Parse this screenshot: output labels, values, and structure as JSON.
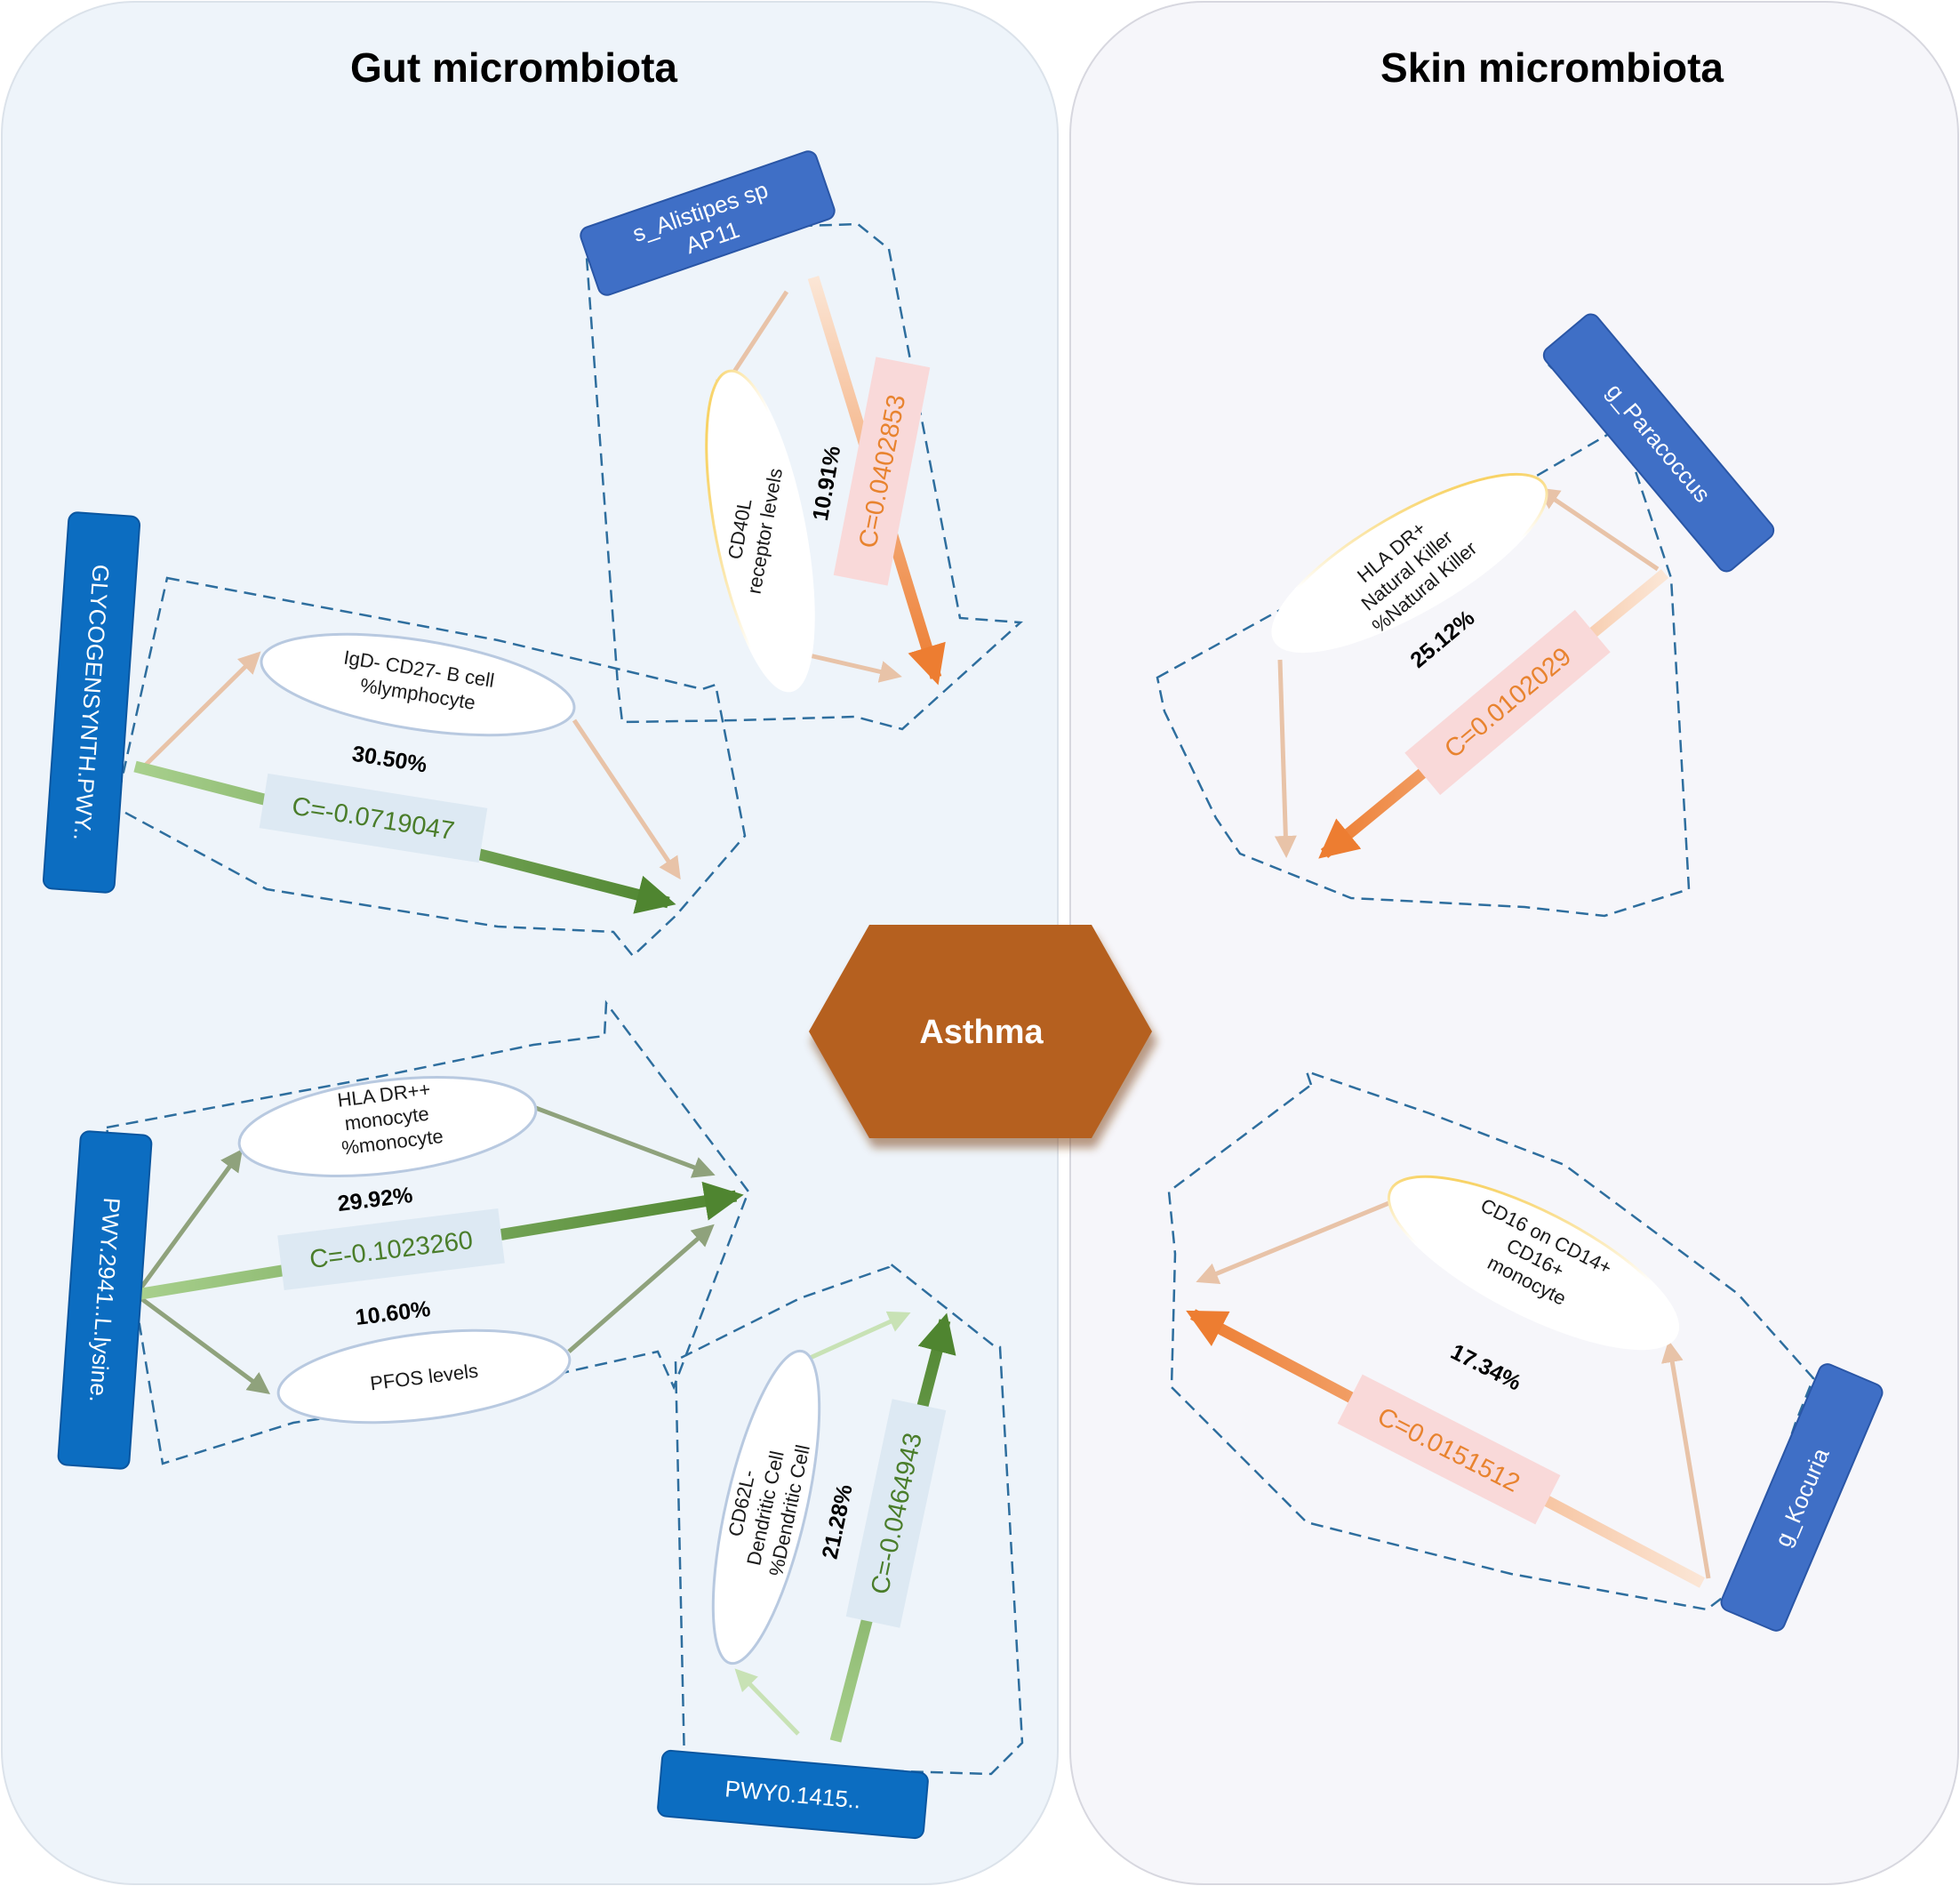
{
  "panels": {
    "gut_title": "Gut micrombiota",
    "skin_title": "Skin micrombiota"
  },
  "center": {
    "label": "Asthma",
    "color": "#b5601f"
  },
  "colors": {
    "green_strong": "#5b8d35",
    "green_light": "#a8d08d",
    "green_grey": "#8fa27c",
    "orange_strong": "#ed7d31",
    "orange_light": "#e8c3a8",
    "coef_green_text": "#4a7d2a",
    "coef_orange_text": "#e8832f",
    "coef_green_bg": "#dde9f3",
    "coef_orange_bg": "#f9d9d9",
    "box_blue": "#0c6dc1",
    "box_blue_alt": "#3f6fc6",
    "panel_left": "#eef4fa",
    "panel_right": "#f6f6fa"
  },
  "modules": {
    "alistipes": {
      "source": "s_Alistipes sp AP11",
      "mediator_line1": "CD40L",
      "mediator_line2": "receptor levels",
      "percent": "10.91%",
      "coefficient": "C=0.0402853"
    },
    "glycogen": {
      "source": "GLYCOGENSYNTH.PWY..",
      "mediator_line1": "IgD- CD27- B cell",
      "mediator_line2": "%lymphocyte",
      "percent": "30.50%",
      "coefficient": "C=-0.0719047"
    },
    "lysine": {
      "source": "PWY.2941..L.lysine.",
      "mediator1_line1": "HLA DR++",
      "mediator1_line2": "monocyte",
      "mediator1_line3": "%monocyte",
      "mediator2": "PFOS levels",
      "percent1": "29.92%",
      "percent2": "10.60%",
      "coefficient": "C=-0.1023260"
    },
    "pwy1415": {
      "source": "PWY0.1415..",
      "mediator_line1": "CD62L-",
      "mediator_line2": "Dendritic Cell",
      "mediator_line3": "%Dendritic Cell",
      "percent": "21.28%",
      "coefficient": "C=-0.0464943"
    },
    "paracoccus": {
      "source": "g_Paracoccus",
      "mediator_line1": "HLA DR+",
      "mediator_line2": "Natural Killer",
      "mediator_line3": "%Natural Killer",
      "percent": "25.12%",
      "coefficient": "C=0.0102029"
    },
    "kocuria": {
      "source": "g_Kocuria",
      "mediator_line1": "CD16 on CD14+",
      "mediator_line2": "CD16+",
      "mediator_line3": "monocyte",
      "percent": "17.34%",
      "coefficient": "C=0.0151512"
    }
  }
}
